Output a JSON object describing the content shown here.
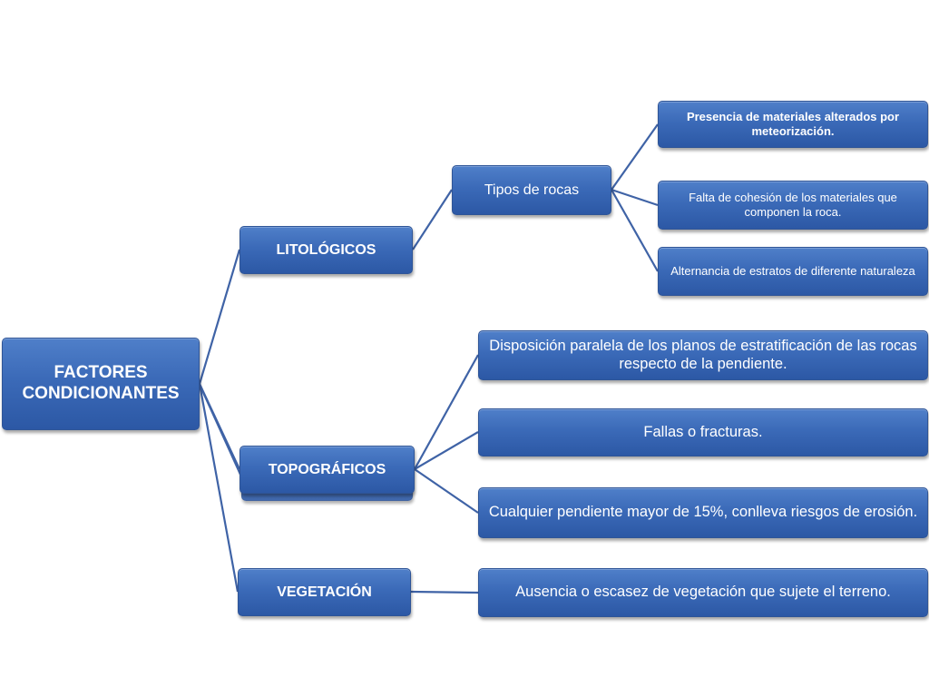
{
  "diagram": {
    "root": {
      "label": "FACTORES\nCONDICIONANTES"
    },
    "categories": {
      "litologicos": {
        "label": "LITOLÓGICOS"
      },
      "topograficos": {
        "label": "TOPOGRÁFICOS"
      },
      "vegetacion": {
        "label": "VEGETACIÓN"
      }
    },
    "subcategories": {
      "tipos_rocas": {
        "label": "Tipos de rocas"
      }
    },
    "leaves": {
      "presencia": {
        "label": "Presencia de materiales alterados por meteorización."
      },
      "falta": {
        "label": "Falta de cohesión de los materiales que componen la roca."
      },
      "alternancia": {
        "label": "Alternancia de estratos de diferente naturaleza"
      },
      "disposicion": {
        "label": "Disposición paralela de los planos de estratificación de las rocas respecto de la pendiente."
      },
      "fallas": {
        "label": "Fallas o fracturas."
      },
      "cualquier": {
        "label": "Cualquier pendiente mayor de 15%, conlleva riesgos de erosión."
      },
      "ausencia": {
        "label": "Ausencia o escasez de vegetación que sujete el terreno."
      }
    },
    "colors": {
      "node_fill": "#3b6ab8",
      "node_border": "#2f5597",
      "connector": "#3f63a6",
      "text": "#ffffff"
    }
  }
}
